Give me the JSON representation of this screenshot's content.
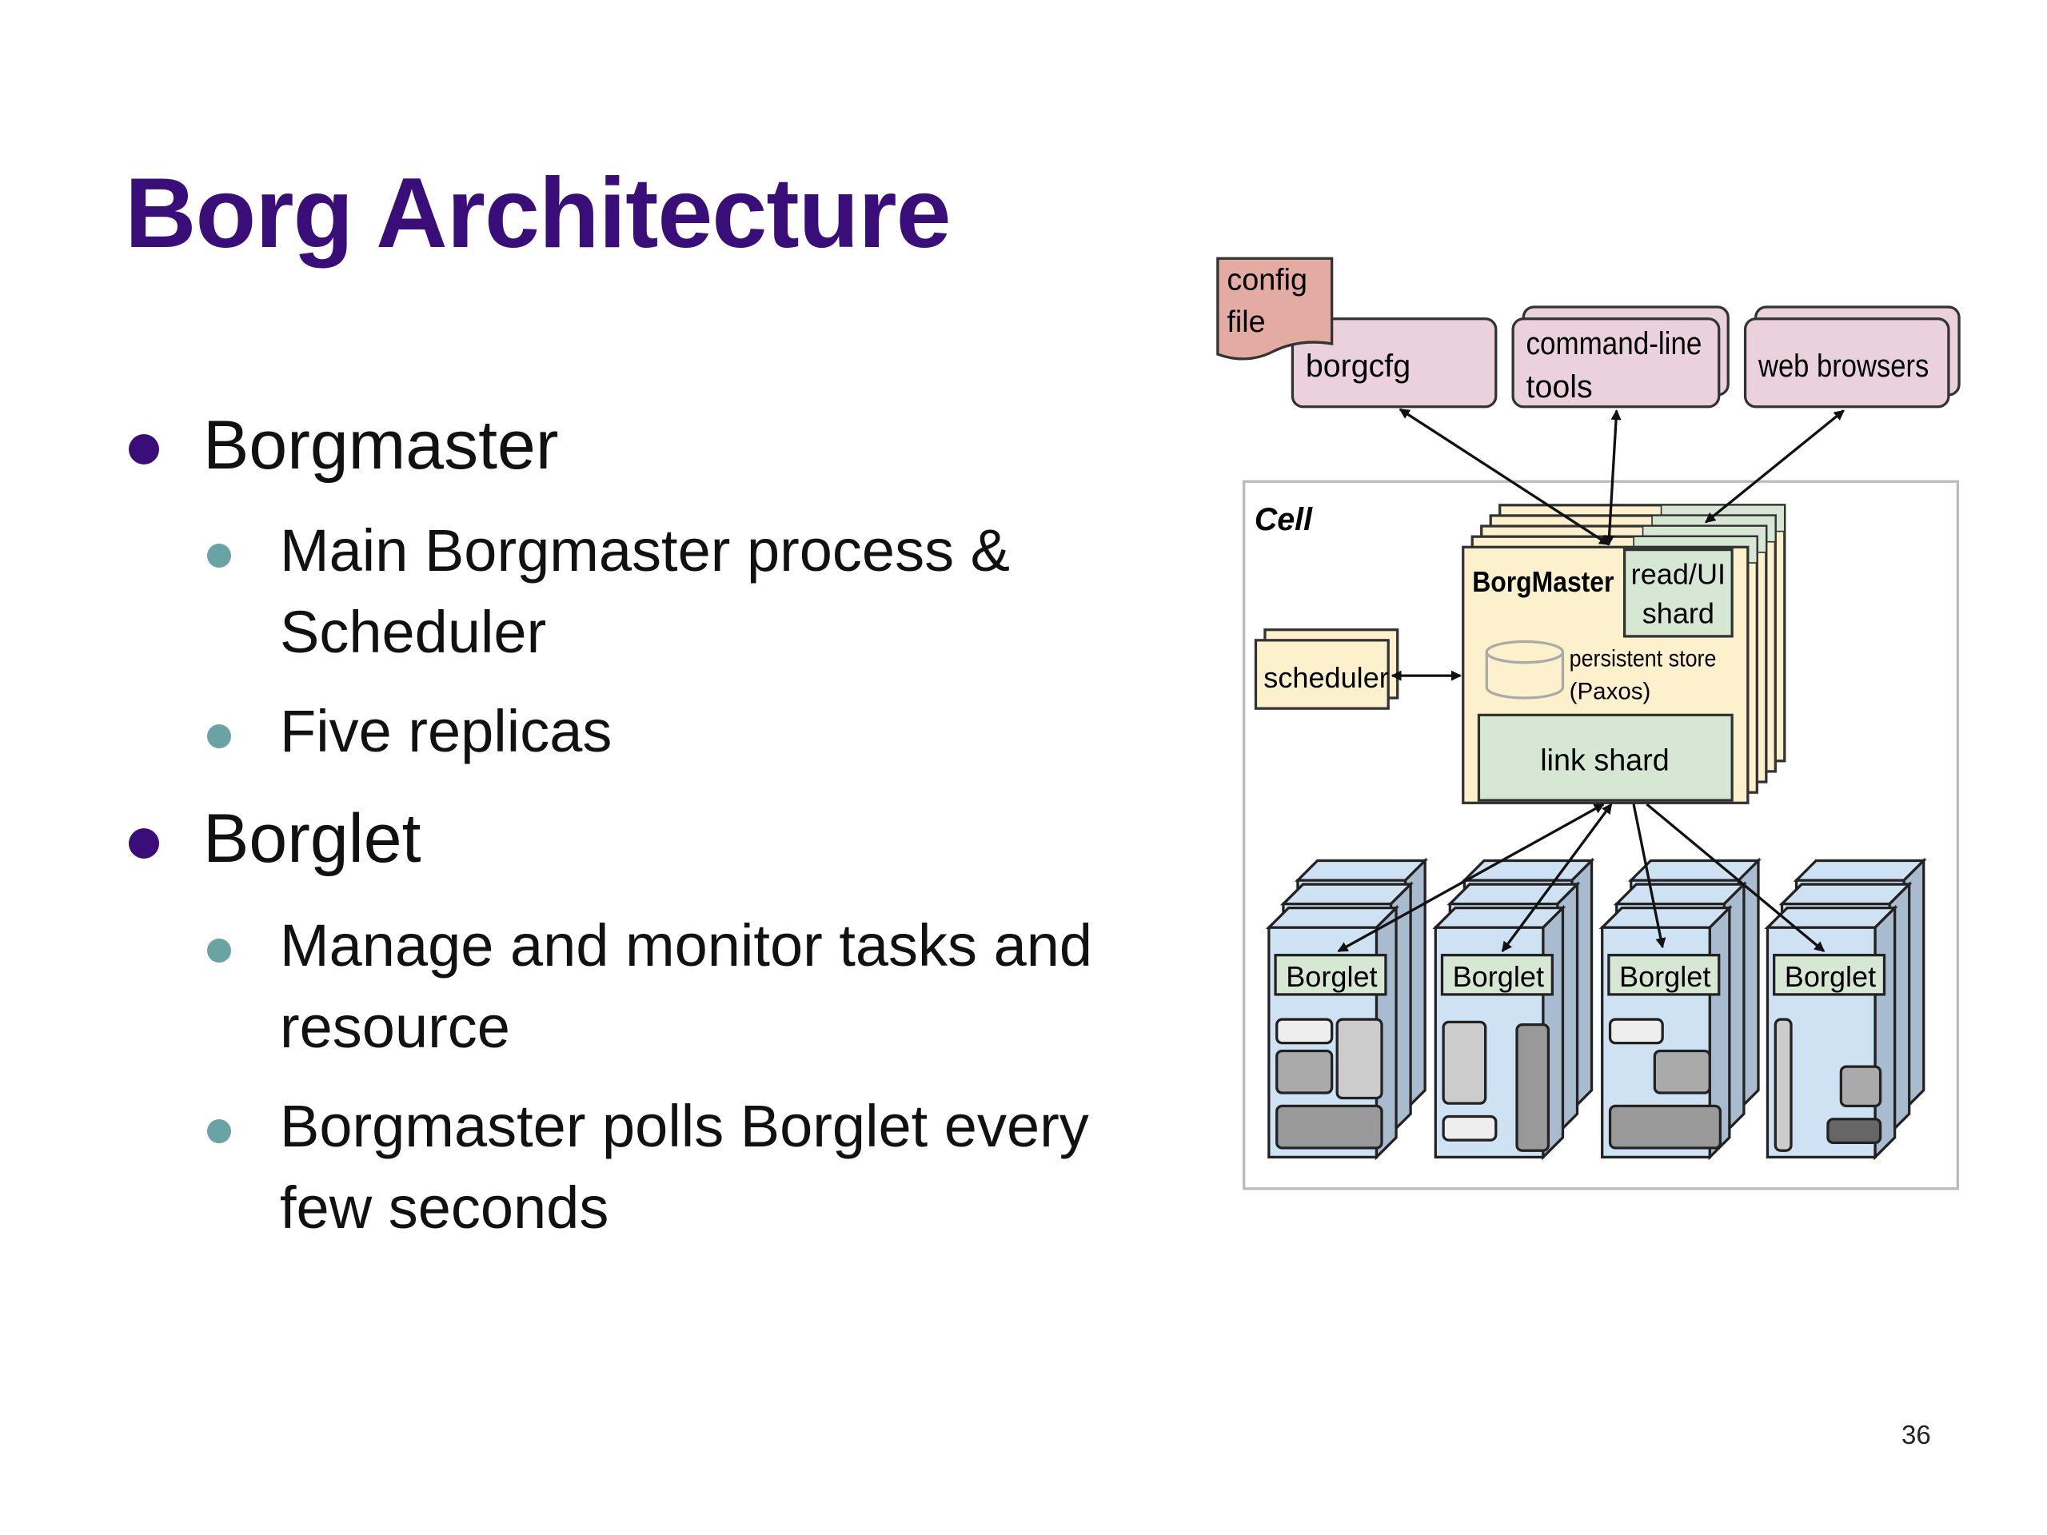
{
  "slide": {
    "title": "Borg Architecture",
    "page_number": "36",
    "bullets": [
      {
        "text": "Borgmaster",
        "sub": [
          {
            "lines": [
              "Main Borgmaster process &",
              "Scheduler"
            ]
          },
          {
            "lines": [
              "Five replicas"
            ]
          }
        ]
      },
      {
        "text": "Borglet",
        "sub": [
          {
            "lines": [
              "Manage and monitor tasks and",
              "resource"
            ]
          },
          {
            "lines": [
              "Borgmaster polls Borglet every",
              "few seconds"
            ]
          }
        ]
      }
    ]
  },
  "diagram": {
    "config_file": [
      "config",
      "file"
    ],
    "borgcfg": "borgcfg",
    "command_line_tools": [
      "command-line",
      "tools"
    ],
    "web_browsers": "web browsers",
    "cell": "Cell",
    "borgmaster": "BorgMaster",
    "read_ui_shard": [
      "read/UI",
      "shard"
    ],
    "persistent_store": [
      "persistent store",
      "(Paxos)"
    ],
    "link_shard": "link shard",
    "scheduler": "scheduler",
    "borglets": [
      "Borglet",
      "Borglet",
      "Borglet",
      "Borglet"
    ],
    "colors": {
      "title": "#3a0e78",
      "config_file": "#e3aba2",
      "client_box": "#ead1dc",
      "borgmaster": "#fdf0cc",
      "shard": "#d6e8d3",
      "borglet": "#cfe2f3"
    }
  }
}
